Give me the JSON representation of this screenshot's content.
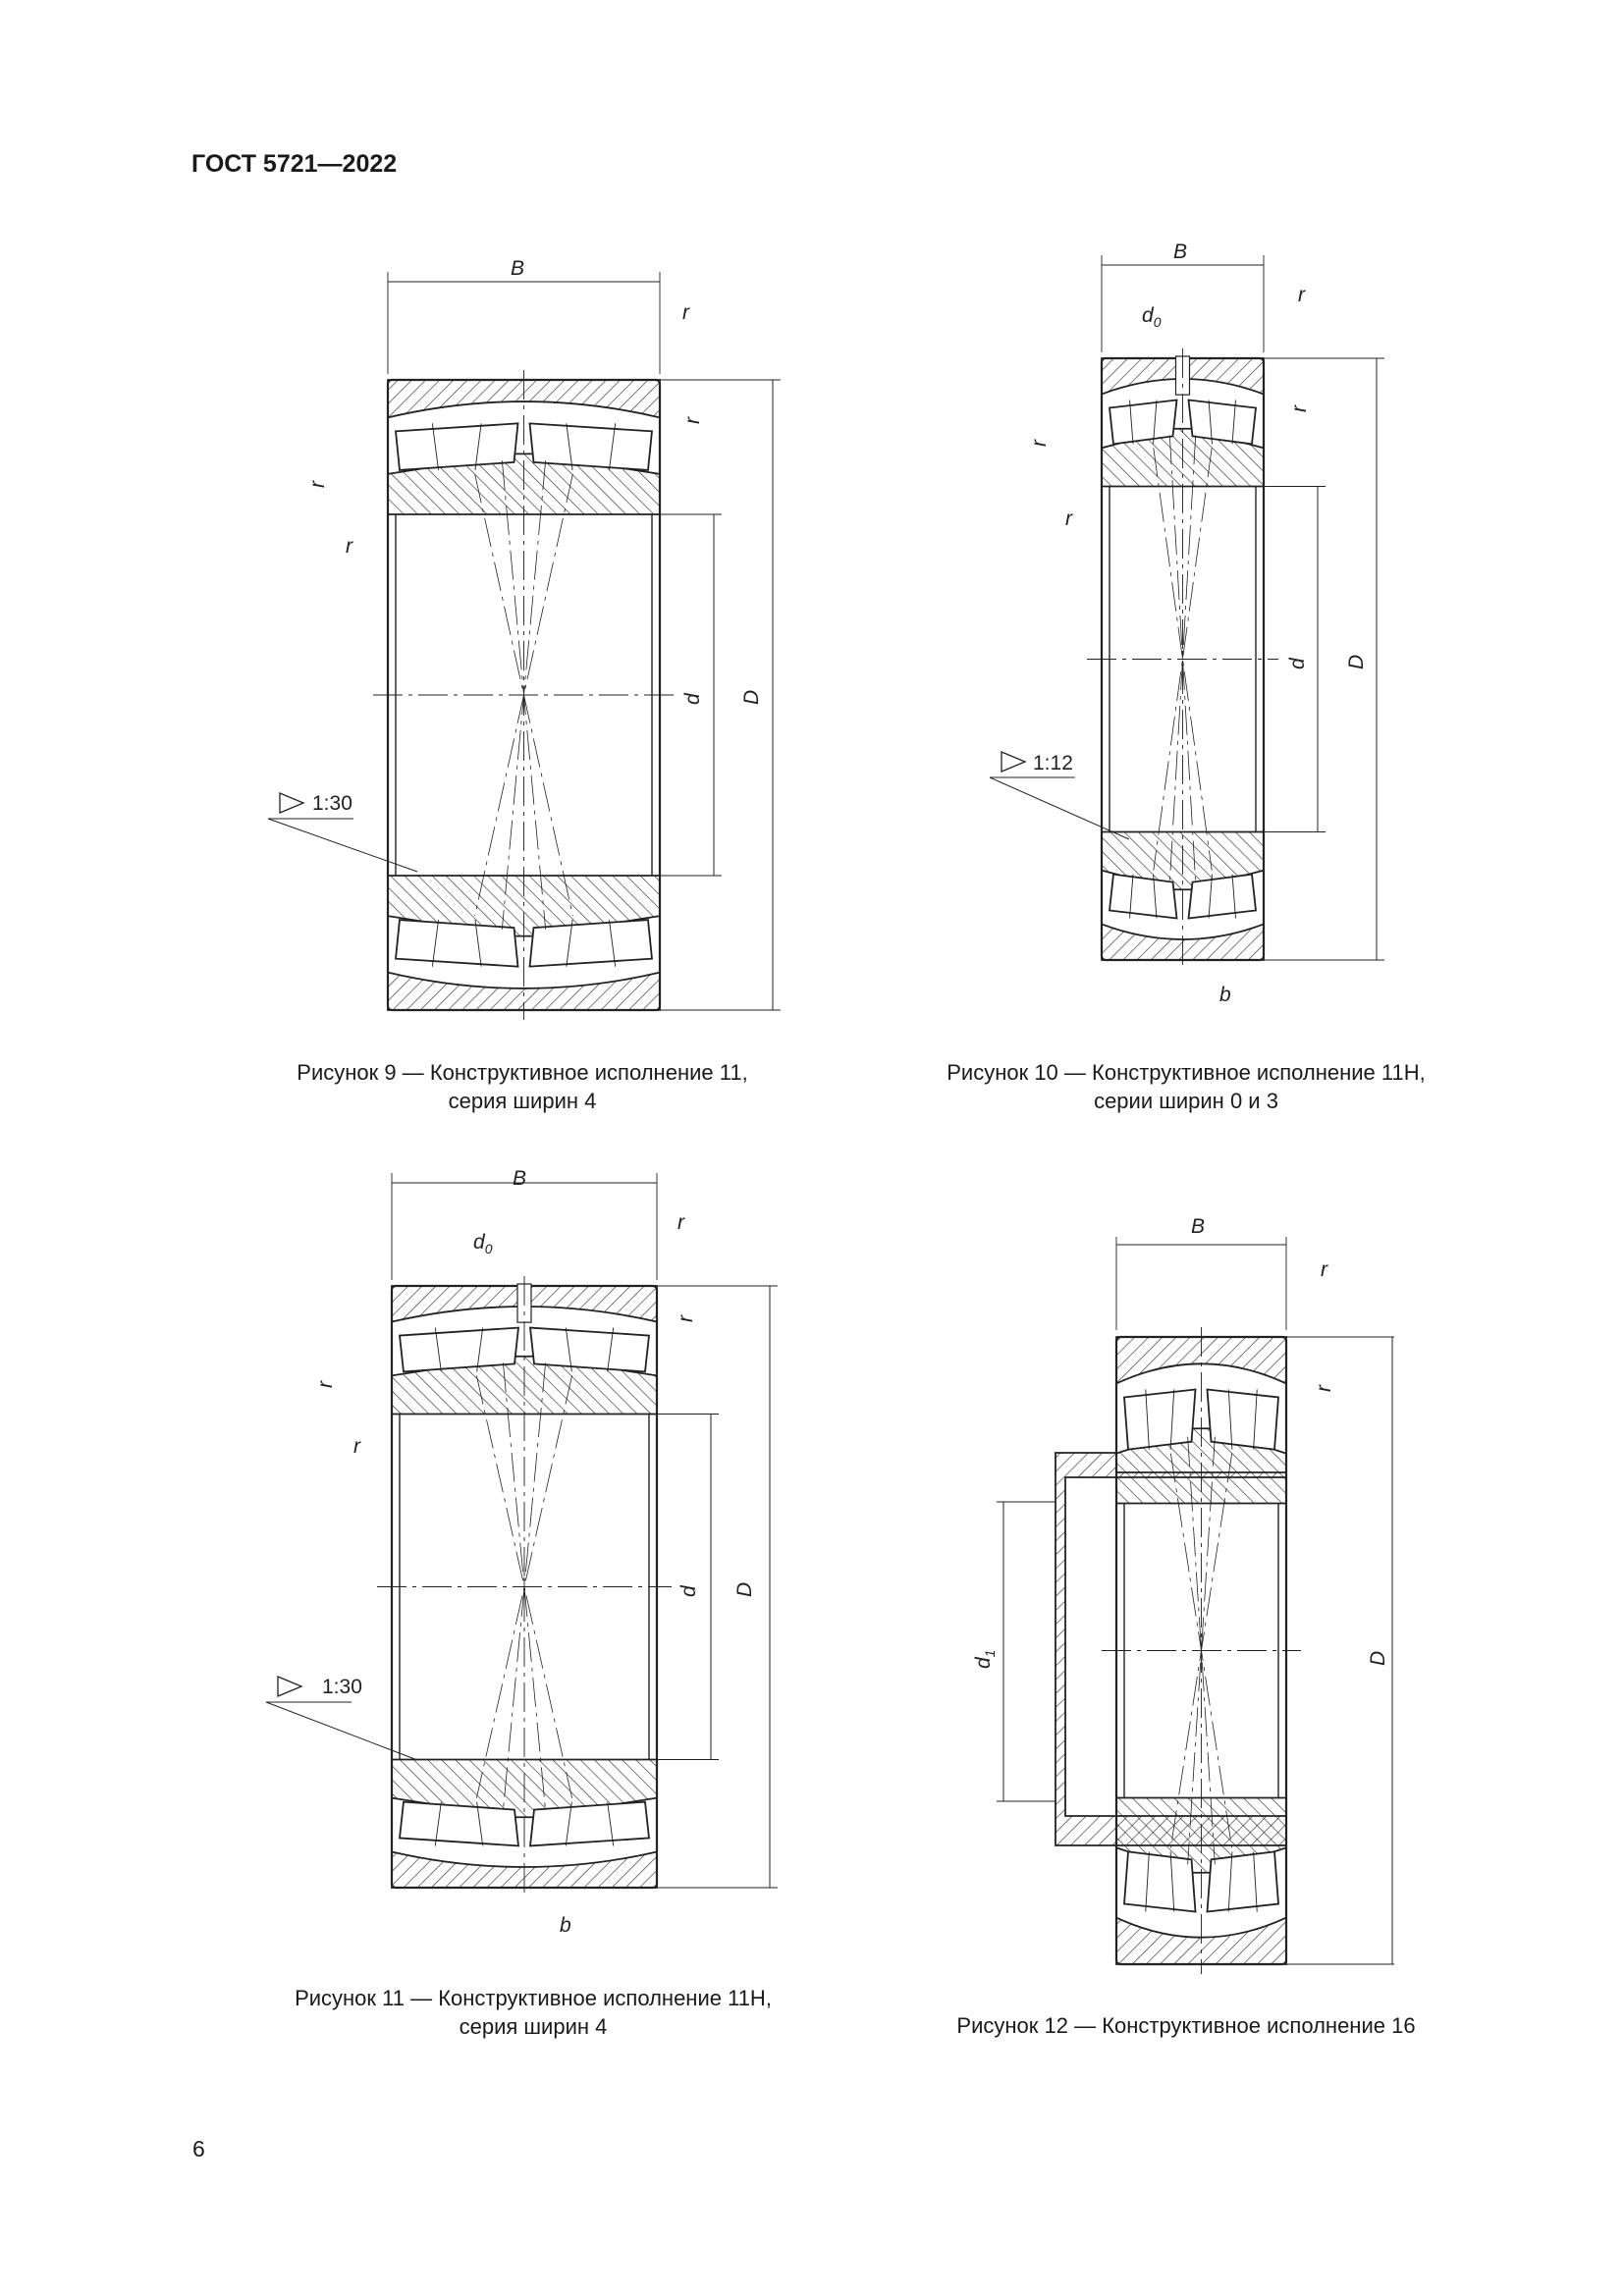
{
  "header": {
    "title": "ГОСТ 5721—2022"
  },
  "page_number": "6",
  "figures": [
    {
      "caption_line1": "Рисунок 9 — Конструктивное исполнение 11,",
      "caption_line2": "серия ширин 4",
      "labels": {
        "B": "B",
        "r": "r",
        "d": "d",
        "D": "D",
        "taper": "1:30"
      }
    },
    {
      "caption_line1": "Рисунок 10 — Конструктивное исполнение 11Н,",
      "caption_line2": "серии ширин 0 и 3",
      "labels": {
        "B": "B",
        "r": "r",
        "d": "d",
        "D": "D",
        "d0": "d",
        "d0_sub": "0",
        "taper": "1:12",
        "b": "b"
      }
    },
    {
      "caption_line1": "Рисунок 11 — Конструктивное исполнение 11Н,",
      "caption_line2": "серия ширин 4",
      "labels": {
        "B": "B",
        "r": "r",
        "d": "d",
        "D": "D",
        "d0": "d",
        "d0_sub": "0",
        "taper": "1:30",
        "b": "b"
      }
    },
    {
      "caption_line1": "Рисунок 12 — Конструктивное исполнение 16",
      "caption_line2": "",
      "labels": {
        "B": "B",
        "r": "r",
        "d1": "d",
        "d1_sub": "1",
        "D": "D"
      }
    }
  ]
}
